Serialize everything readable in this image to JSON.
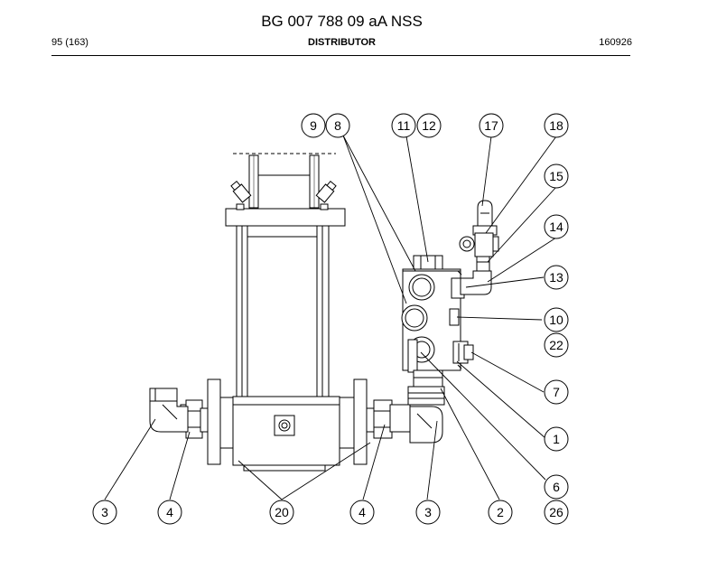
{
  "header": {
    "doc_code": "BG 007 788 09 aA NSS",
    "page": "95 (163)",
    "section": "DISTRIBUTOR",
    "date": "160926"
  },
  "callouts": [
    "9",
    "8",
    "11",
    "12",
    "17",
    "18",
    "15",
    "14",
    "13",
    "10",
    "22",
    "7",
    "1",
    "6",
    "26",
    "3",
    "4",
    "20",
    "4",
    "3",
    "2"
  ]
}
